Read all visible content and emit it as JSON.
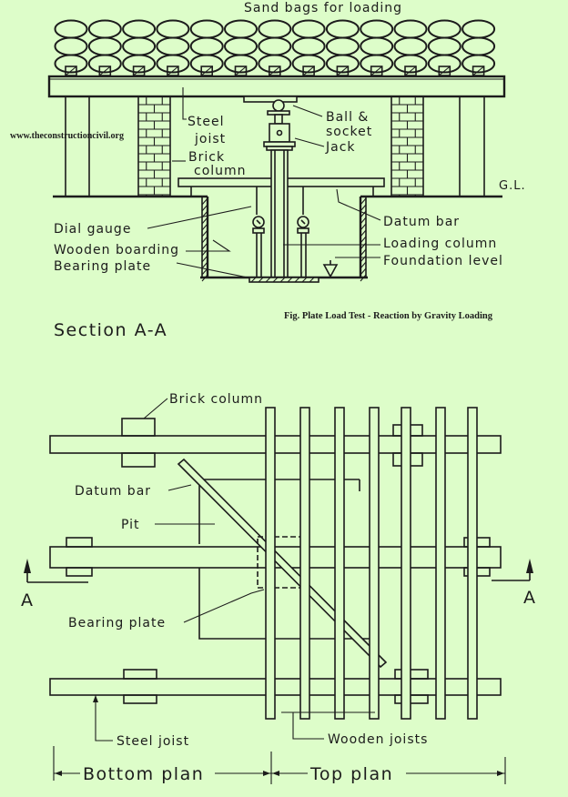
{
  "watermark": "www.theconstructioncivil.org",
  "caption": "Fig. Plate Load Test -  Reaction by Gravity Loading",
  "section": {
    "title": "Section A-A",
    "labels": {
      "sand_bags": "Sand bags for loading",
      "steel_joist_1": "Steel",
      "steel_joist_2": "joist",
      "ball_socket_1": "Ball &",
      "ball_socket_2": "socket",
      "jack": "Jack",
      "brick_column_1": "Brick",
      "brick_column_2": "column",
      "ground_level": "G.L.",
      "dial_gauge": "Dial gauge",
      "datum_bar": "Datum bar",
      "wooden_boarding": "Wooden boarding",
      "loading_column": "Loading column",
      "bearing_plate": "Bearing plate",
      "foundation_level": "Foundation level"
    }
  },
  "plan": {
    "labels": {
      "brick_column": "Brick column",
      "datum_bar": "Datum bar",
      "pit": "Pit",
      "bearing_plate": "Bearing plate",
      "section_marker_left": "A",
      "section_marker_right": "A",
      "steel_joist": "Steel joist",
      "wooden_joists": "Wooden joists",
      "bottom_plan": "Bottom plan",
      "top_plan": "Top plan"
    }
  }
}
